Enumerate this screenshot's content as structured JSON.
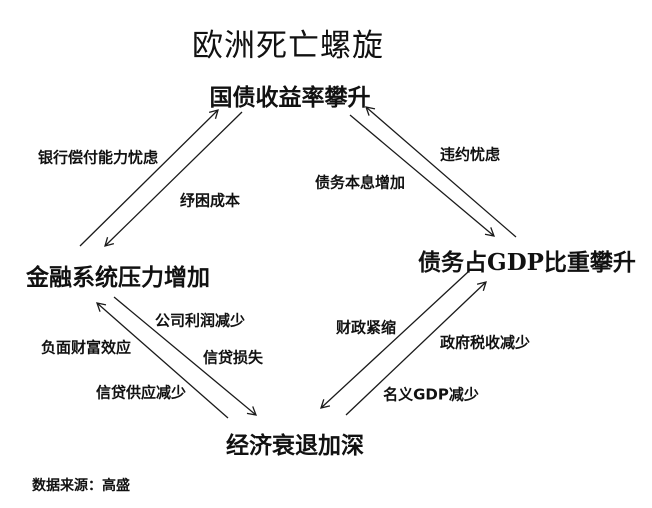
{
  "title": "欧洲死亡螺旋",
  "source_note": "数据来源：高盛",
  "nodes": {
    "top": "国债收益率攀升",
    "left": "金融系统压力增加",
    "right": "债务占GDP比重攀升",
    "bottom": "经济衰退加深"
  },
  "edge_labels": {
    "bank_solvency": "银行偿付能力忧虑",
    "bailout_cost": "纾困成本",
    "default_worry": "违约忧虑",
    "debt_service": "债务本息增加",
    "corporate_profit": "公司利润减少",
    "negative_wealth": "负面财富效应",
    "credit_loss": "信贷损失",
    "credit_supply": "信贷供应减少",
    "fiscal_austerity": "财政紧缩",
    "gov_tax": "政府税收减少",
    "nominal_gdp": "名义GDP减少"
  },
  "edges": [
    {
      "from": "left",
      "to": "top"
    },
    {
      "from": "top",
      "to": "left"
    },
    {
      "from": "right",
      "to": "top"
    },
    {
      "from": "top",
      "to": "right"
    },
    {
      "from": "bottom",
      "to": "left"
    },
    {
      "from": "left",
      "to": "bottom"
    },
    {
      "from": "right",
      "to": "bottom"
    },
    {
      "from": "bottom",
      "to": "right"
    }
  ],
  "colors": {
    "ink": "#1a1a1a",
    "background": "#ffffff"
  }
}
